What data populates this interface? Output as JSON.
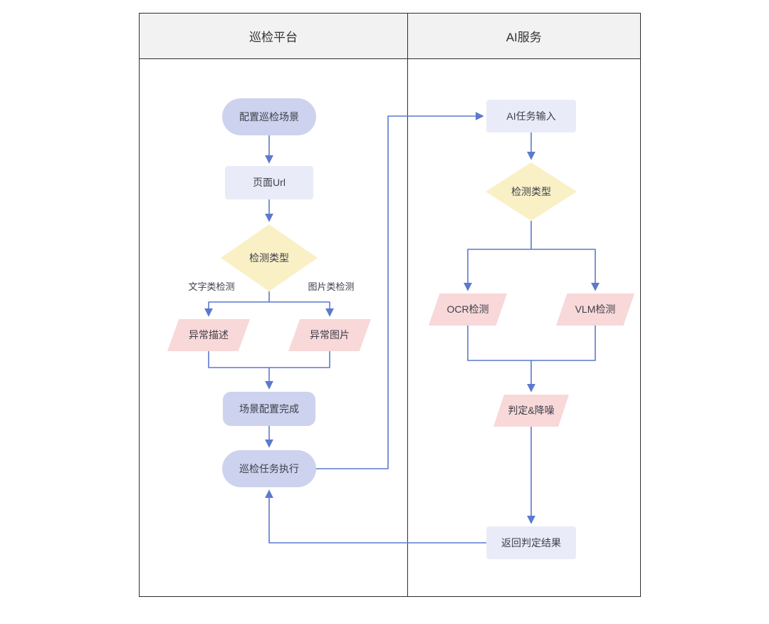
{
  "header": {
    "left_lane": "巡检平台",
    "right_lane": "AI服务"
  },
  "platform": {
    "config_scene": "配置巡检场景",
    "page_url": "页面Url",
    "detect_type": "检测类型",
    "branch_left": "文字类检测",
    "branch_right": "图片类检测",
    "anomaly_desc": "异常描述",
    "anomaly_image": "异常图片",
    "scene_done": "场景配置完成",
    "task_exec": "巡检任务执行"
  },
  "ai": {
    "task_input": "AI任务输入",
    "detect_type": "检测类型",
    "ocr": "OCR检测",
    "vlm": "VLM检测",
    "judge": "判定&降噪",
    "return_result": "返回判定结果"
  },
  "colors": {
    "connector": "#5b79ce",
    "pill_fill": "#cdd3ee",
    "rect_fill": "#e9ecf8",
    "diamond_fill": "#f9f0c5",
    "parallelogram_fill": "#f8d8d8",
    "header_bg": "#f2f2f2",
    "frame_border": "#2e2e2e"
  }
}
